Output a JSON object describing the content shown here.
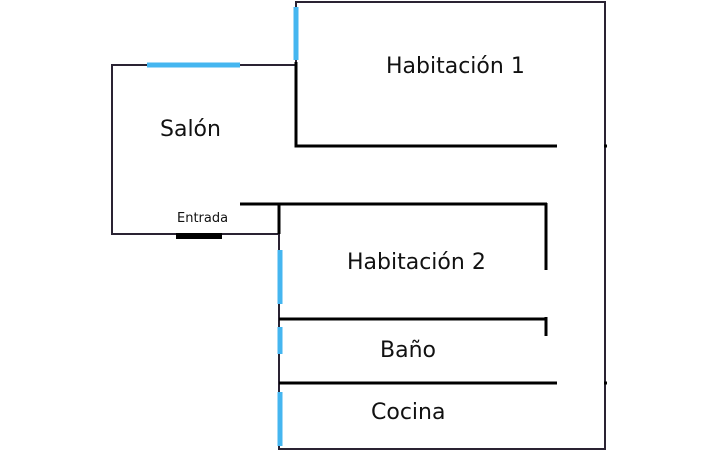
{
  "rooms": {
    "habitacion1": "Habitación 1",
    "salon": "Salón",
    "habitacion2": "Habitación 2",
    "bano": "Baño",
    "cocina": "Cocina"
  },
  "entrance_label": "Entrada",
  "colors": {
    "wall_thin": "#2a2333",
    "wall_thick": "#000000",
    "window": "#45b6f0",
    "door": "#000000"
  }
}
